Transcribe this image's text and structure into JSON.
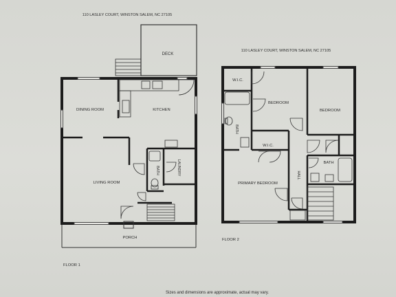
{
  "floor1": {
    "address": "110 LASLEY COURT, WINSTON SALEM, NC 27105",
    "label": "FLOOR 1",
    "rooms": {
      "deck": "DECK",
      "dining_room": "DINING ROOM",
      "kitchen": "KITCHEN",
      "living_room": "LIVING ROOM",
      "bath": "BATH",
      "laundry": "LAUNDRY",
      "porch": "PORCH"
    }
  },
  "floor2": {
    "address": "110 LASLEY COURT, WINSTON SALEM, NC 27105",
    "label": "FLOOR 2",
    "rooms": {
      "wic_top": "W.I.C.",
      "bedroom_left": "BEDROOM",
      "bedroom_right": "BEDROOM",
      "bath_left": "BATH",
      "wic_mid": "W.I.C.",
      "hall": "HALL",
      "bath_right": "BATH",
      "primary_bedroom": "PRIMARY BEDROOM"
    }
  },
  "disclaimer": "Sizes and dimensions are approximate, actual may vary.",
  "colors": {
    "wall": "#1c1c1c",
    "line": "#333333",
    "background": "#d9d9d4"
  }
}
